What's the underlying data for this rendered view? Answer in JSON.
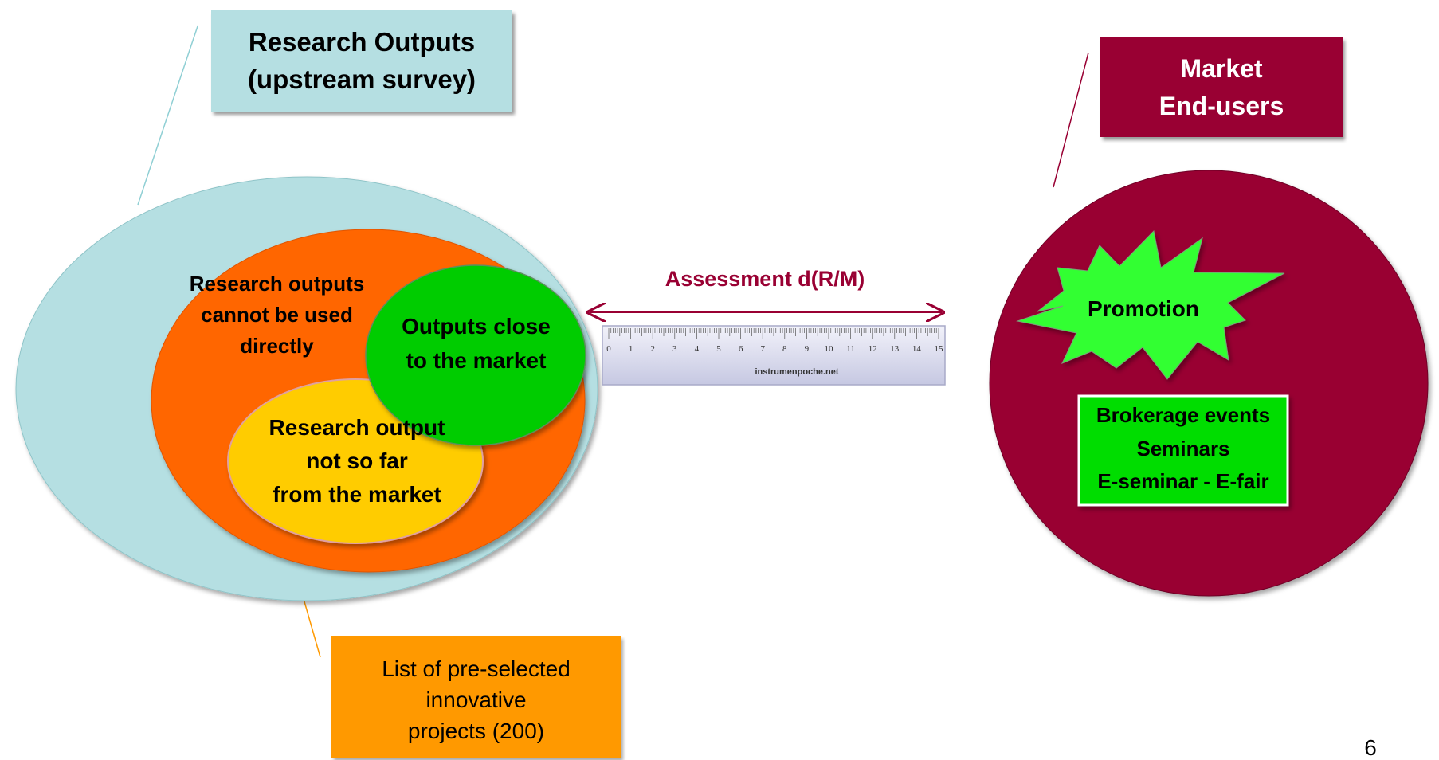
{
  "callouts": {
    "research_outputs": {
      "line1": "Research Outputs",
      "line2": "(upstream survey)",
      "color": "#b5dfe2"
    },
    "market": {
      "line1": "Market",
      "line2": "End-users",
      "color": "#990033"
    },
    "preselected": {
      "line1": "List of pre-selected",
      "line2": "innovative",
      "line3": "projects (200)",
      "color": "#ff9900"
    }
  },
  "left_group": {
    "outer_color": "#b5dfe2",
    "cannot_use": {
      "line1": "Research outputs",
      "line2": "cannot be used",
      "line3": "directly",
      "color": "#ff6600"
    },
    "close_market": {
      "line1": "Outputs close",
      "line2": "to the market",
      "color": "#00cc00"
    },
    "not_far": {
      "line1": "Research output",
      "line2": "not so far",
      "line3": "from the market",
      "color": "#ffcc00"
    }
  },
  "assessment": {
    "label": "Assessment d(R/M)",
    "color": "#990033"
  },
  "ruler": {
    "ticks": [
      "0",
      "1",
      "2",
      "3",
      "4",
      "5",
      "6",
      "7",
      "8",
      "9",
      "10",
      "11",
      "12",
      "13",
      "14",
      "15"
    ],
    "brand": "instrumenpoche.net"
  },
  "right_group": {
    "circle_color": "#990033",
    "promotion": {
      "label": "Promotion",
      "color": "#33ff33"
    },
    "brokerage": {
      "line1": "Brokerage events",
      "line2": "Seminars",
      "line3": "E-seminar - E-fair",
      "color": "#00dd00"
    }
  },
  "page_number": "6"
}
